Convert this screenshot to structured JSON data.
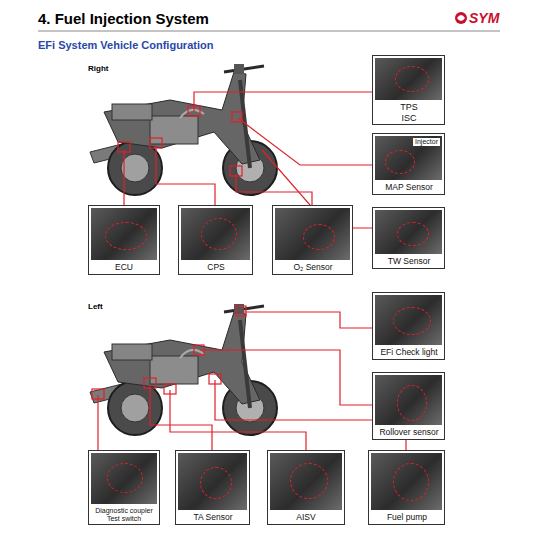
{
  "diagram": {
    "title": "4. Fuel Injection System",
    "nodes": [
      {
        "text": [
          "TPS ISC"
        ]
      },
      {
        "text": [
          "Injector",
          "MAP Sensor"
        ]
      },
      {
        "text": [
          "TW Sensor"
        ]
      },
      {
        "text": [
          "ECU"
        ]
      },
      {
        "text": [
          "CPS"
        ]
      },
      {
        "text": [
          "O₂ Sensor"
        ]
      },
      {
        "text": [
          "EFi Check light"
        ]
      },
      {
        "text": [
          "Rollover sensor"
        ]
      },
      {
        "text": [
          "Diagnostic coupler Test switch"
        ]
      },
      {
        "text": [
          "TA Sensor"
        ]
      },
      {
        "text": [
          "AISV"
        ]
      },
      {
        "text": [
          "Fuel pump"
        ]
      }
    ],
    "labels": [
      "SYM",
      "EFi System Vehicle Configuration",
      "Right",
      "Left"
    ]
  }
}
